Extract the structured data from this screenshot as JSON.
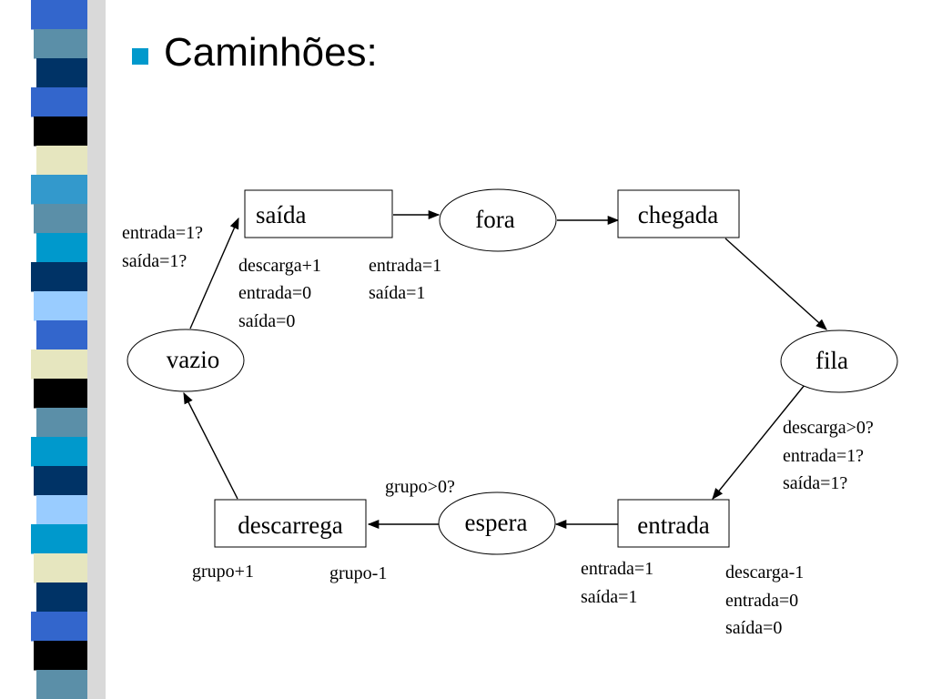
{
  "slide": {
    "title": "Caminhões:",
    "colors": {
      "bullet": "#0099cc"
    }
  },
  "decoration": {
    "stripe_colors": [
      "#3366cc",
      "#5b8fa8",
      "#003366",
      "#3366cc",
      "#000000",
      "#e6e6bf",
      "#3399cc",
      "#5b8fa8",
      "#0099cc",
      "#003366",
      "#99ccff",
      "#3366cc",
      "#e6e6bf",
      "#000000",
      "#5b8fa8",
      "#0099cc",
      "#003366",
      "#99ccff",
      "#0099cc",
      "#e6e6bf",
      "#003366",
      "#3366cc",
      "#000000",
      "#5b8fa8"
    ]
  },
  "diagram": {
    "nodes": {
      "saida": "saída",
      "fora": "fora",
      "chegada": "chegada",
      "fila": "fila",
      "entrada": "entrada",
      "espera": "espera",
      "descarrega": "descarrega",
      "vazio": "vazio"
    },
    "conditions": {
      "vazio_saida": [
        "entrada=1?",
        "saída=1?"
      ],
      "saida_actions": [
        "descarga+1",
        "entrada=0",
        "saída=0"
      ],
      "fora_actions": [
        "entrada=1",
        "saída=1"
      ],
      "fila_entrada": [
        "descarga>0?",
        "entrada=1?",
        "saída=1?"
      ],
      "espera_guard": [
        "grupo>0?"
      ],
      "entrada_actions": [
        "entrada=1",
        "saída=1"
      ],
      "entrada_actions_2": [
        "descarga-1",
        "entrada=0",
        "saída=0"
      ],
      "descarrega_actions": [
        "grupo+1"
      ],
      "espera_actions": [
        "grupo-1"
      ]
    }
  }
}
